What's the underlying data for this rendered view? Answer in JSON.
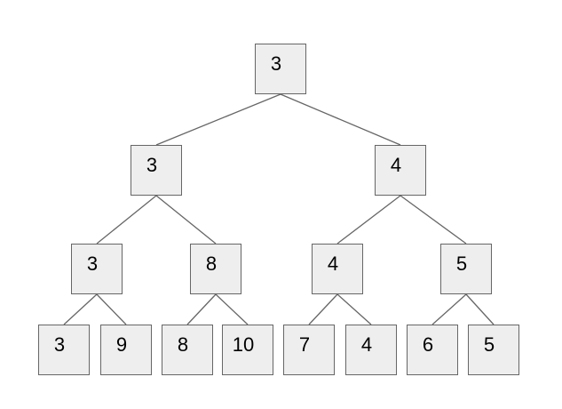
{
  "diagram": {
    "type": "binary-tree",
    "levels": [
      [
        "3"
      ],
      [
        "3",
        "4"
      ],
      [
        "3",
        "8",
        "4",
        "5"
      ],
      [
        "3",
        "9",
        "8",
        "10",
        "7",
        "4",
        "6",
        "5"
      ]
    ]
  },
  "tree": {
    "nodes": [
      {
        "id": "root",
        "level": 0,
        "label": "3"
      },
      {
        "id": "n0",
        "level": 1,
        "label": "3"
      },
      {
        "id": "n1",
        "level": 1,
        "label": "4"
      },
      {
        "id": "n00",
        "level": 2,
        "label": "3"
      },
      {
        "id": "n01",
        "level": 2,
        "label": "8"
      },
      {
        "id": "n10",
        "level": 2,
        "label": "4"
      },
      {
        "id": "n11",
        "level": 2,
        "label": "5"
      },
      {
        "id": "n000",
        "level": 3,
        "label": "3"
      },
      {
        "id": "n001",
        "level": 3,
        "label": "9"
      },
      {
        "id": "n010",
        "level": 3,
        "label": "8"
      },
      {
        "id": "n011",
        "level": 3,
        "label": "10"
      },
      {
        "id": "n100",
        "level": 3,
        "label": "7"
      },
      {
        "id": "n101",
        "level": 3,
        "label": "4"
      },
      {
        "id": "n110",
        "level": 3,
        "label": "6"
      },
      {
        "id": "n111",
        "level": 3,
        "label": "5"
      }
    ],
    "edges": [
      [
        "root",
        "n0"
      ],
      [
        "root",
        "n1"
      ],
      [
        "n0",
        "n00"
      ],
      [
        "n0",
        "n01"
      ],
      [
        "n1",
        "n10"
      ],
      [
        "n1",
        "n11"
      ],
      [
        "n00",
        "n000"
      ],
      [
        "n00",
        "n001"
      ],
      [
        "n01",
        "n010"
      ],
      [
        "n01",
        "n011"
      ],
      [
        "n10",
        "n100"
      ],
      [
        "n10",
        "n101"
      ],
      [
        "n11",
        "n110"
      ],
      [
        "n11",
        "n111"
      ]
    ]
  },
  "colors": {
    "background": "#ffffff",
    "node_fill": "#eeeeee",
    "node_border": "#666666",
    "edge": "#666666",
    "text": "#000000"
  }
}
